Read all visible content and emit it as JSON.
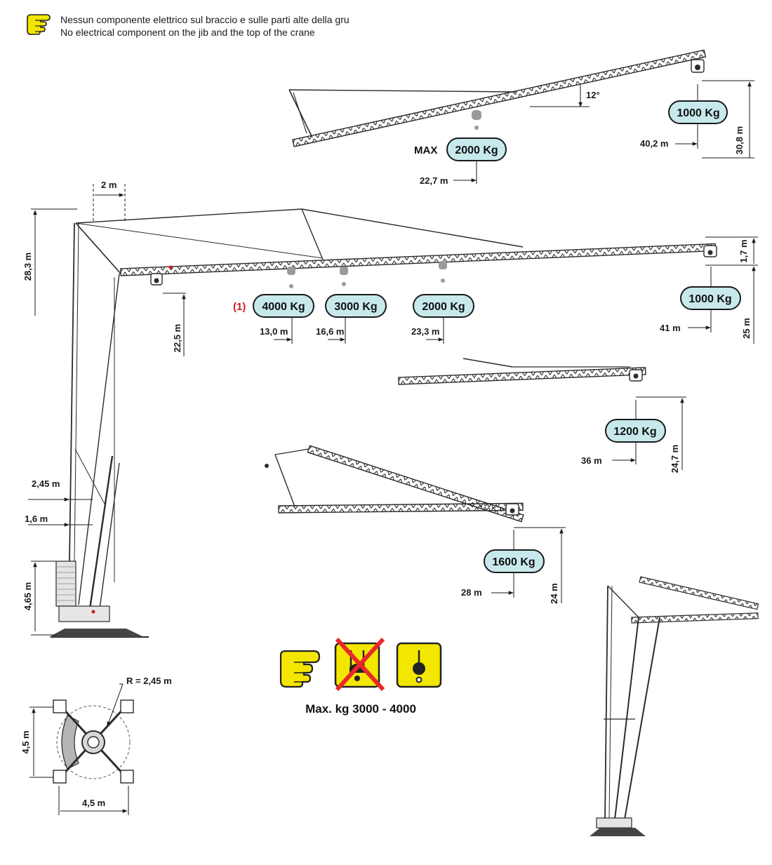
{
  "header": {
    "note_it": "Nessun componente elettrico sul braccio e sulle parti alte della gru",
    "note_en": "No electrical component on the jib and the top of the crane",
    "icon": "pointing-hand-icon"
  },
  "config_luffed": {
    "angle": "12°",
    "max_prefix": "MAX",
    "load_max": "2000 Kg",
    "load_tip": "1000 Kg",
    "radius_max": "22,7 m",
    "radius_tip": "40,2 m",
    "height": "30,8 m"
  },
  "config_main": {
    "mast_offset": "2 m",
    "tower_height": "28,3 m",
    "hook_height": "22,5 m",
    "tip_height": "25 m",
    "tip_rise": "1,7 m",
    "note_marker": "(1)",
    "loads": [
      "4000 Kg",
      "3000 Kg",
      "2000 Kg",
      "1000 Kg"
    ],
    "radii": [
      "13,0 m",
      "16,6 m",
      "23,3 m",
      "41 m"
    ],
    "base_width_1": "2,45 m",
    "base_width_2": "1,6 m",
    "ballast_height": "4,65 m"
  },
  "config_36": {
    "load": "1200 Kg",
    "radius": "36 m",
    "height": "24,7 m"
  },
  "config_28": {
    "load": "1600 Kg",
    "radius": "28 m",
    "height": "24 m"
  },
  "base_plan": {
    "radius": "R = 2,45 m",
    "width": "4,5 m",
    "depth": "4,5 m"
  },
  "warning": {
    "caption": "Max. kg 3000 - 4000",
    "icons": [
      "pointing-hand-icon",
      "two-fall-hook-icon",
      "single-fall-hook-icon"
    ]
  },
  "colors": {
    "pill_fill": "#c7e9ec",
    "icon_yellow": "#f3e600",
    "cross_red": "#e8282b",
    "marker_red": "#d11a1a"
  }
}
